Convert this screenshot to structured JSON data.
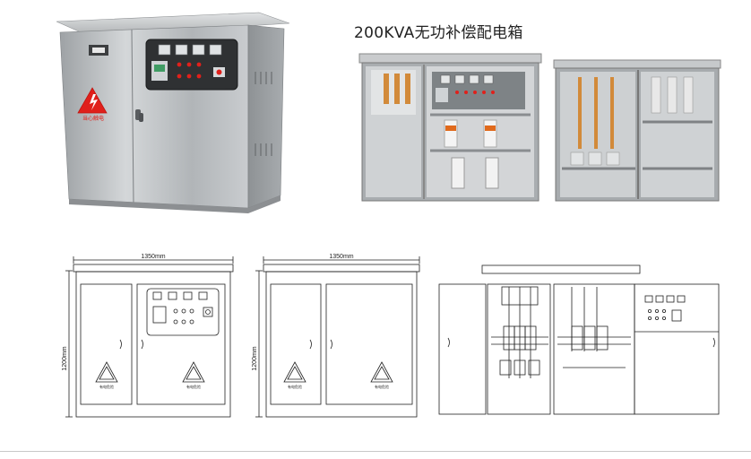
{
  "title": "200KVA无功补偿配电箱",
  "logo_text": "",
  "warning_label": "当心触电",
  "drawings": {
    "front_width": "1350mm",
    "front_height": "1200mm",
    "rear_width": "1350mm",
    "rear_height": "1200mm",
    "warning_text": "有电危险"
  },
  "colors": {
    "steel": "#b9bcbe",
    "warning": "#e0201b",
    "line": "#222222"
  }
}
